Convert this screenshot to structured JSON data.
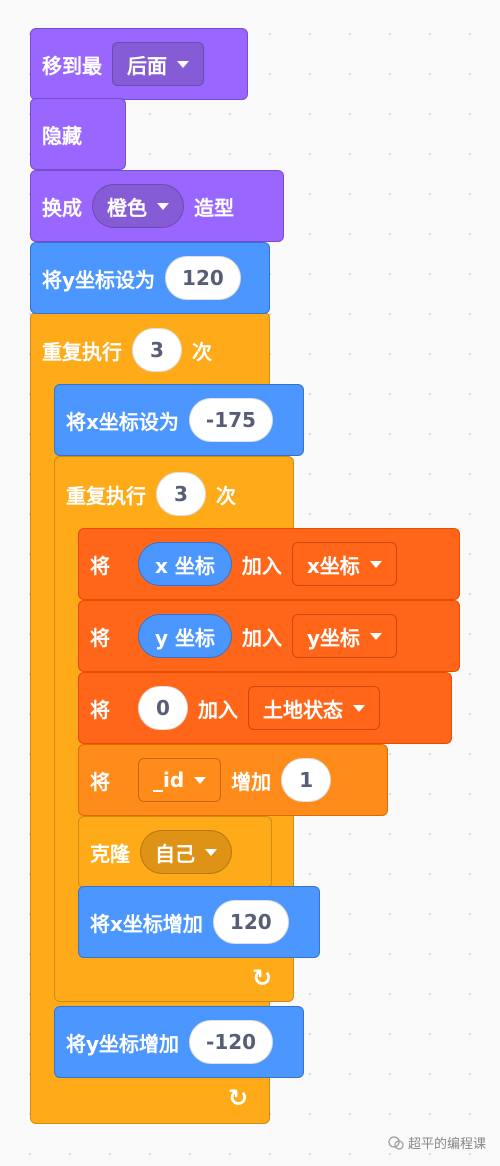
{
  "blocks": {
    "goto_back": {
      "label": "移到最",
      "menu": "后面"
    },
    "hide": {
      "label": "隐藏"
    },
    "switch_costume": {
      "label": "换成",
      "menu": "橙色",
      "suffix": "造型"
    },
    "set_y1": {
      "label": "将y坐标设为",
      "value": "120"
    },
    "repeat_outer": {
      "label": "重复执行",
      "value": "3",
      "suffix": "次"
    },
    "set_x": {
      "label": "将x坐标设为",
      "value": "-175"
    },
    "repeat_inner": {
      "label": "重复执行",
      "value": "3",
      "suffix": "次"
    },
    "add_x": {
      "label": "将",
      "reporter": "x 坐标",
      "mid": "加入",
      "menu": "x坐标"
    },
    "add_y": {
      "label": "将",
      "reporter": "y 坐标",
      "mid": "加入",
      "menu": "y坐标"
    },
    "add_land": {
      "label": "将",
      "value": "0",
      "mid": "加入",
      "menu": "土地状态"
    },
    "change_id": {
      "label": "将",
      "menu": "_id",
      "mid": "增加",
      "value": "1"
    },
    "clone": {
      "label": "克隆",
      "menu": "自己"
    },
    "change_x": {
      "label": "将x坐标增加",
      "value": "120"
    },
    "change_y": {
      "label": "将y坐标增加",
      "value": "-120"
    }
  },
  "watermark": {
    "text": "超平的编程课"
  },
  "colors": {
    "looks": "#9966FF",
    "motion": "#4C97FF",
    "control": "#FFAB19",
    "list": "#FF661A",
    "variables": "#FF8C1A"
  }
}
